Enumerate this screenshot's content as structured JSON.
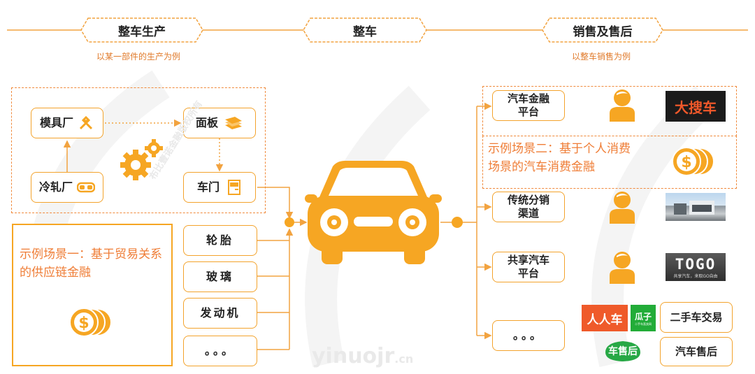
{
  "header": {
    "left_title": "整车生产",
    "center_title": "整车",
    "right_title": "销售及售后",
    "left_sub": "以某一部件的生产为例",
    "right_sub": "以整车销售为例"
  },
  "production": {
    "mold": "模具厂",
    "panel": "面板",
    "rolling": "冷轧厂",
    "door": "车门",
    "parts": [
      "轮胎",
      "玻璃",
      "发动机",
      "。。。"
    ]
  },
  "scenario1": "示例场景一：基于贸易关系的供应链金融",
  "scenario2": "示例场景二：基于个人消费场景的汽车消费金融",
  "sales": {
    "finance": "汽车金融平台",
    "traditional": "传统分销渠道",
    "sharing": "共享汽车平台",
    "more": "。。。",
    "used": "二手车交易",
    "after": "汽车售后"
  },
  "logos": {
    "dasouche": "大搜车",
    "togo": "TOGO",
    "togo_sub": "共享汽车，来取GO自由",
    "renrenche": "人人车",
    "guazi": "瓜子",
    "guazi_sub": "二手车直卖网",
    "chexiuhou": "车售后"
  },
  "watermark": {
    "brand": "yinuojr",
    "suffix": ".cn",
    "diagonal": "布比壹诺金融版权所有"
  },
  "colors": {
    "accent": "#f6a623",
    "line": "#f2a340",
    "scenario_text": "#ef7d36"
  }
}
